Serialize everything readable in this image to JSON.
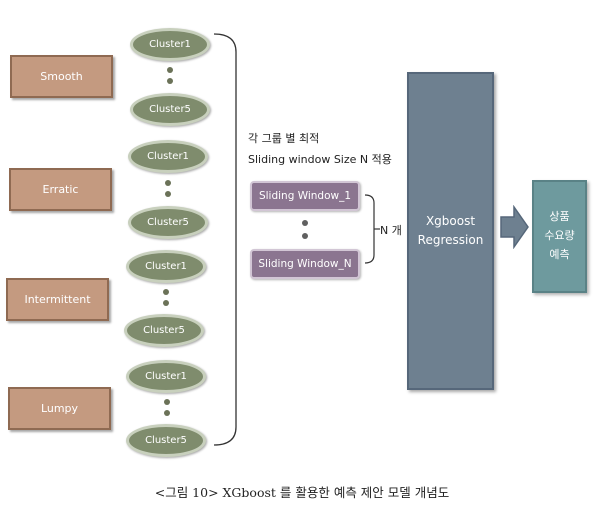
{
  "categories": [
    "Smooth",
    "Erratic",
    "Intermittent",
    "Lumpy"
  ],
  "cluster_first": "Cluster1",
  "cluster_last": "Cluster5",
  "optimal_label": {
    "line1": "각 그룹 별 최적",
    "line2": "Sliding window Size N 적용"
  },
  "sliding_windows": {
    "first": "Sliding Window_1",
    "last": "Sliding Window_N"
  },
  "n_label": "N 개",
  "model": {
    "line1": "Xgboost",
    "line2": "Regression"
  },
  "output": {
    "line1": "상품",
    "line2": "수요량",
    "line3": "예측"
  },
  "caption": "<그림 10> XGboost 를 활용한 예측 제안 모델 개념도"
}
